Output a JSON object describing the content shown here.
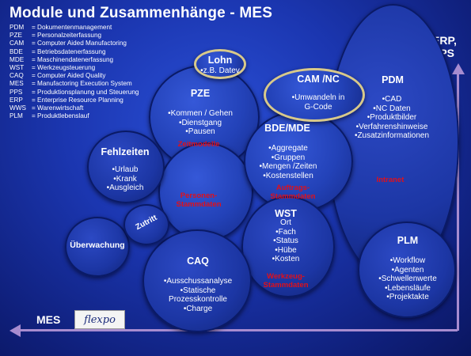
{
  "title": "Module und Zusammenhänge - MES",
  "abbreviations": [
    {
      "key": "PDM",
      "value": "= Dokumentenmanagement"
    },
    {
      "key": "PZE",
      "value": "= Personalzeiterfassung"
    },
    {
      "key": "CAM",
      "value": "= Computer Aided Manufactoring"
    },
    {
      "key": "BDE",
      "value": "= Betriebsdatenerfassung"
    },
    {
      "key": "MDE",
      "value": "= Maschinendatenerfassung"
    },
    {
      "key": "WST",
      "value": "= Werkzeugsteuerung"
    },
    {
      "key": "CAQ",
      "value": "= Computer Aided Quality"
    },
    {
      "key": "MES",
      "value": "= Manufactoring Execution System"
    },
    {
      "key": "PPS",
      "value": "= Produktionsplanung und Steuerung"
    },
    {
      "key": "ERP",
      "value": "= Enterprise Resource Planning"
    },
    {
      "key": "WWS",
      "value": "= Warenwirtschaft"
    },
    {
      "key": "PLM",
      "value": "= Produktlebenslauf"
    }
  ],
  "axis": {
    "top_line1": "ERP,",
    "top_line2": "PPS",
    "bottom": "MES",
    "color": "#a78cd0"
  },
  "logo_text": "flexpo",
  "modules": {
    "lohn": {
      "title": "Lohn",
      "items": [
        "•z.B. Datev"
      ]
    },
    "pze": {
      "title": "PZE",
      "items": [
        "•Kommen / Gehen",
        "•Dienstgang",
        "•Pausen"
      ],
      "tag": "Zeitmodelle"
    },
    "cam": {
      "title": "CAM /NC",
      "items": [
        "•Umwandeln in",
        "G-Code"
      ]
    },
    "pdm": {
      "title": "PDM",
      "items": [
        "•CAD",
        "•NC Daten",
        "•Produktbilder",
        "•Verfahrenshinweise",
        "•Zusatzinformationen"
      ],
      "tag": "Intranet"
    },
    "fehlzeiten": {
      "title": "Fehlzeiten",
      "items": [
        "•Urlaub",
        "•Krank",
        "•Ausgleich"
      ]
    },
    "personen": {
      "tag_line1": "Personen-",
      "tag_line2": "Stammdaten"
    },
    "bde": {
      "title": "BDE/MDE",
      "items": [
        "•Aggregate",
        "•Gruppen",
        "•Mengen /Zeiten",
        "•Kostenstellen"
      ],
      "tag_line1": "Auftrags-",
      "tag_line2": "Stammdaten"
    },
    "zutritt": {
      "title": "Zutritt"
    },
    "ueberwachung": {
      "title": "Überwachung"
    },
    "wst": {
      "title": "WST",
      "items": [
        "Ort",
        "•Fach",
        "•Status",
        "•Hübe",
        "•Kosten"
      ],
      "tag_line1": "Werkzeug-",
      "tag_line2": "Stammdaten"
    },
    "caq": {
      "title": "CAQ",
      "items": [
        "•Ausschussanalyse",
        "•Statische",
        "Prozesskontrolle",
        "•Charge"
      ]
    },
    "plm": {
      "title": "PLM",
      "items": [
        "•Workflow",
        "•Agenten",
        "•Schwellenwerte",
        "•Lebensläufe",
        "•Projektakte"
      ]
    }
  },
  "colors": {
    "accent_red": "#e0101a",
    "ring_gold": "#d8c98a",
    "background": "#1b36b0"
  }
}
